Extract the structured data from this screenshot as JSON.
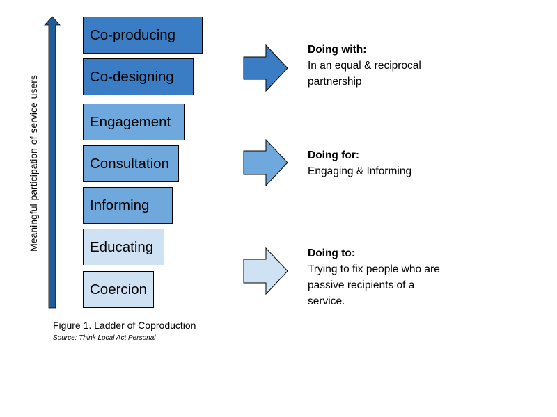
{
  "axis": {
    "label": "Meaningful  participation of service users"
  },
  "ladder": {
    "rungs": [
      {
        "label": "Co-producing",
        "color": "#3b7dc4"
      },
      {
        "label": "Co-designing",
        "color": "#3b7dc4"
      },
      {
        "label": "Engagement",
        "color": "#6fa8dc"
      },
      {
        "label": "Consultation",
        "color": "#6fa8dc"
      },
      {
        "label": "Informing",
        "color": "#6fa8dc"
      },
      {
        "label": "Educating",
        "color": "#cfe2f3"
      },
      {
        "label": "Coercion",
        "color": "#cfe2f3"
      }
    ]
  },
  "groups": [
    {
      "heading": "Doing with:",
      "lines": [
        "In an equal & reciprocal",
        "partnership"
      ],
      "arrow_color": "#3b7dc4"
    },
    {
      "heading": "Doing for:",
      "lines": [
        "Engaging & Informing"
      ],
      "arrow_color": "#6fa8dc"
    },
    {
      "heading": "Doing to:",
      "lines": [
        "Trying to fix people who are",
        "passive recipients of a",
        "service."
      ],
      "arrow_color": "#cfe2f3"
    }
  ],
  "caption": {
    "title": "Figure 1. Ladder of Coproduction",
    "source": "Source: Think Local Act Personal"
  },
  "colors": {
    "axis_arrow": "#1f5c99",
    "outline": "#000000"
  }
}
